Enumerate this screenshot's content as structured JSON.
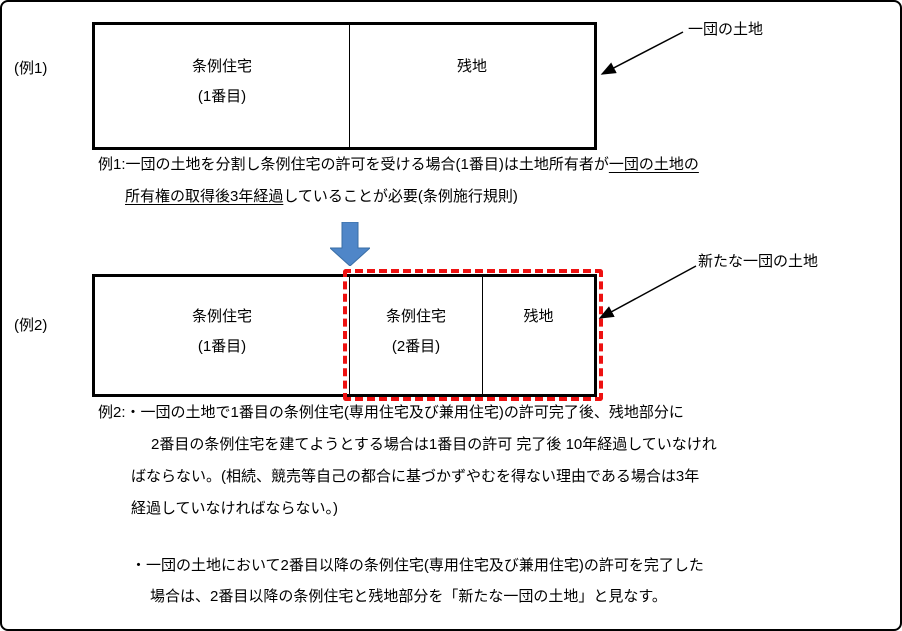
{
  "colors": {
    "outline": "#000000",
    "red_dash": "#ee1111",
    "blue_arrow": "#4f86c8"
  },
  "example1": {
    "label": "(例1)",
    "box": {
      "cell1_line1": "条例住宅",
      "cell1_line2": "(1番目)",
      "cell2": "残地"
    },
    "callout": "一団の土地",
    "caption": {
      "line1_pre": "例1:一団の土地を分割し条例住宅の許可を受ける場合(1番目)は土地所有者が",
      "line1_underline": "一団の土地の",
      "line2_underline": "所有権の取得後3年経過",
      "line2_post": "していることが必要(条例施行規則)"
    }
  },
  "example2": {
    "label": "(例2)",
    "box": {
      "cell1_line1": "条例住宅",
      "cell1_line2": "(1番目)",
      "cell2_line1": "条例住宅",
      "cell2_line2": "(2番目)",
      "cell3": "残地"
    },
    "callout": "新たな一団の土地",
    "caption": {
      "line1": "例2:・一団の土地で1番目の条例住宅(専用住宅及び兼用住宅)の許可完了後、残地部分に",
      "line2": "2番目の条例住宅を建てようとする場合は1番目の許可 完了後 10年経過していなけれ",
      "line3": "ばならない。(相続、競売等自己の都合に基づかずやむを得ない理由である場合は3年",
      "line4": "経過していなければならない。)"
    },
    "note": {
      "line1": "・一団の土地において2番目以降の条例住宅(専用住宅及び兼用住宅)の許可を完了した",
      "line2": "場合は、2番目以降の条例住宅と残地部分を「新たな一団の土地」と見なす。"
    }
  }
}
